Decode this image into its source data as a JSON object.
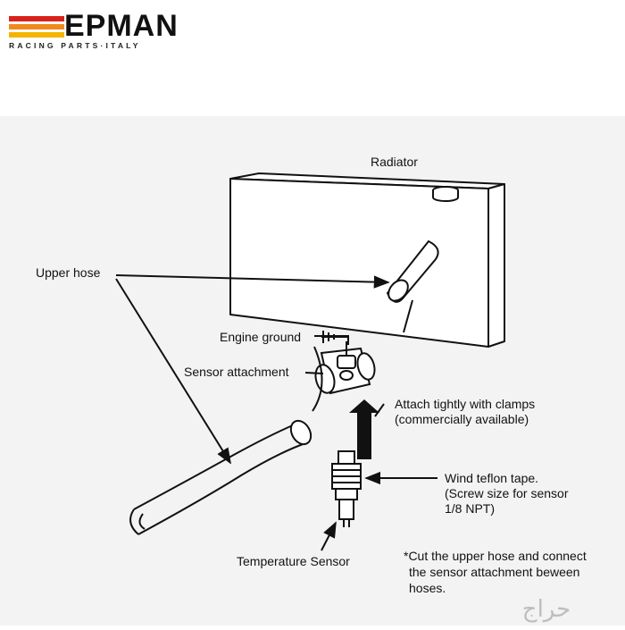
{
  "logo": {
    "wordmark": "EPMAN",
    "tagline": "RACING PARTS·ITALY",
    "stripe_colors": [
      "#d9221c",
      "#f08a1c",
      "#f4b400"
    ]
  },
  "labels": {
    "radiator": "Radiator",
    "upper_hose": "Upper hose",
    "engine_ground": "Engine ground",
    "sensor_attachment": "Sensor attachment",
    "clamps_line1": "Attach tightly with clamps",
    "clamps_line2": "(commercially available)",
    "teflon_line1": "Wind teflon tape.",
    "teflon_line2": "(Screw size for sensor",
    "teflon_line3": "1/8 NPT)",
    "temperature_sensor": "Temperature Sensor",
    "note_line1": "*Cut the upper hose and connect",
    "note_line2": "the sensor attachment beween",
    "note_line3": "hoses."
  },
  "watermark": "حراج"
}
